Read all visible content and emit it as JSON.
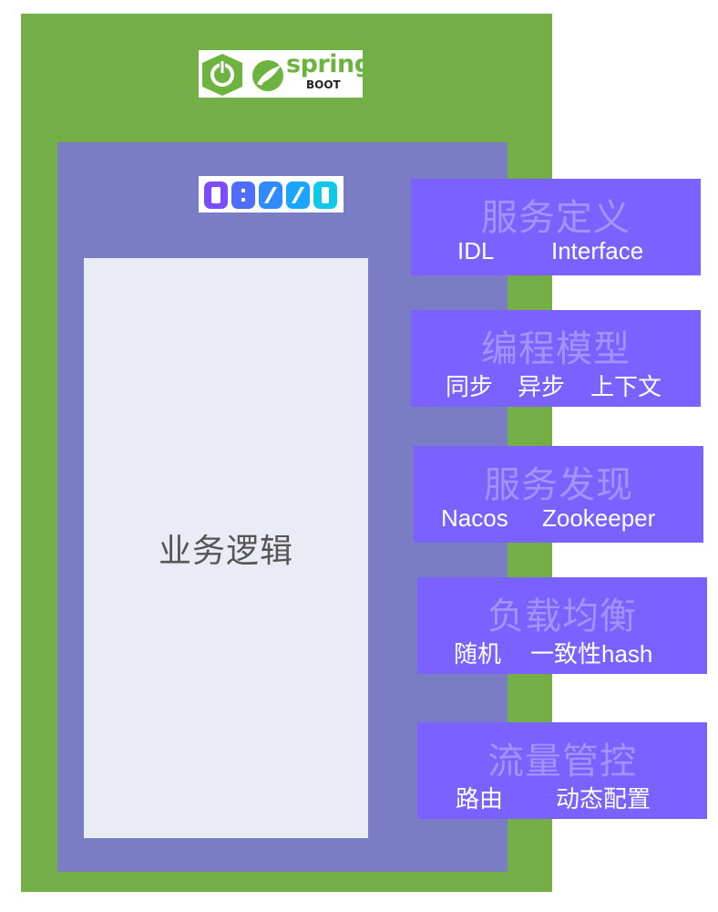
{
  "logos": {
    "spring": {
      "word": "spring",
      "sub": "BOOT",
      "brand_color": "#6db33f"
    },
    "dubbo": {
      "colors": [
        "#7b4dff",
        "#4f6dff",
        "#2f8bff",
        "#1aa6ff",
        "#10c8e8"
      ]
    }
  },
  "colors": {
    "outer_box": "#73ae46",
    "inner_box": "#7a7cc4",
    "logic_box": "#e9ecf5",
    "feature_box": "#7b61ff",
    "feature_title": "#a493ff"
  },
  "logic": {
    "label": "业务逻辑"
  },
  "features": [
    {
      "title": "服务定义",
      "items": [
        "IDL",
        "Interface"
      ]
    },
    {
      "title": "编程模型",
      "items": [
        "同步",
        "异步",
        "上下文"
      ]
    },
    {
      "title": "服务发现",
      "items": [
        "Nacos",
        "Zookeeper"
      ]
    },
    {
      "title": "负载均衡",
      "items": [
        "随机",
        "一致性hash"
      ]
    },
    {
      "title": "流量管控",
      "items": [
        "路由",
        "动态配置"
      ]
    }
  ]
}
